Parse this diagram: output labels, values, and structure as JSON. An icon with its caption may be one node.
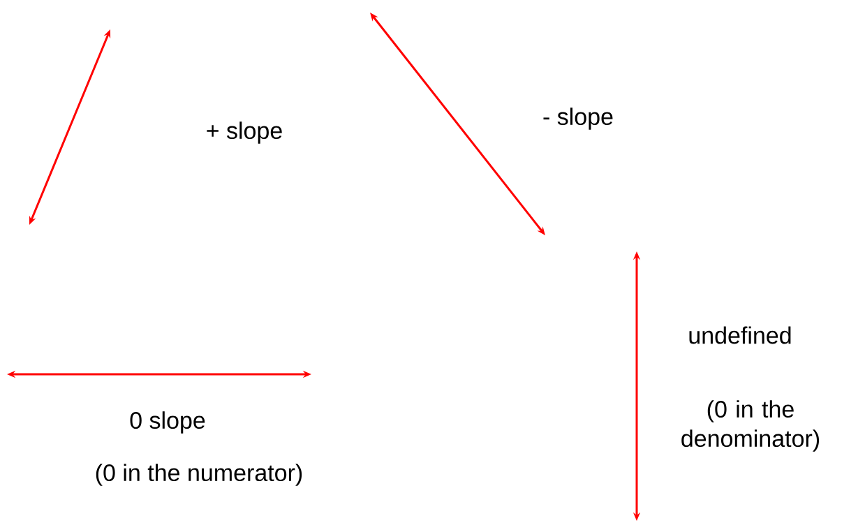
{
  "diagram": {
    "labels": [
      "+ slope",
      "- slope",
      "0 slope",
      "(0 in the numerator)",
      "undefined",
      "(0 in the denominator)"
    ]
  }
}
